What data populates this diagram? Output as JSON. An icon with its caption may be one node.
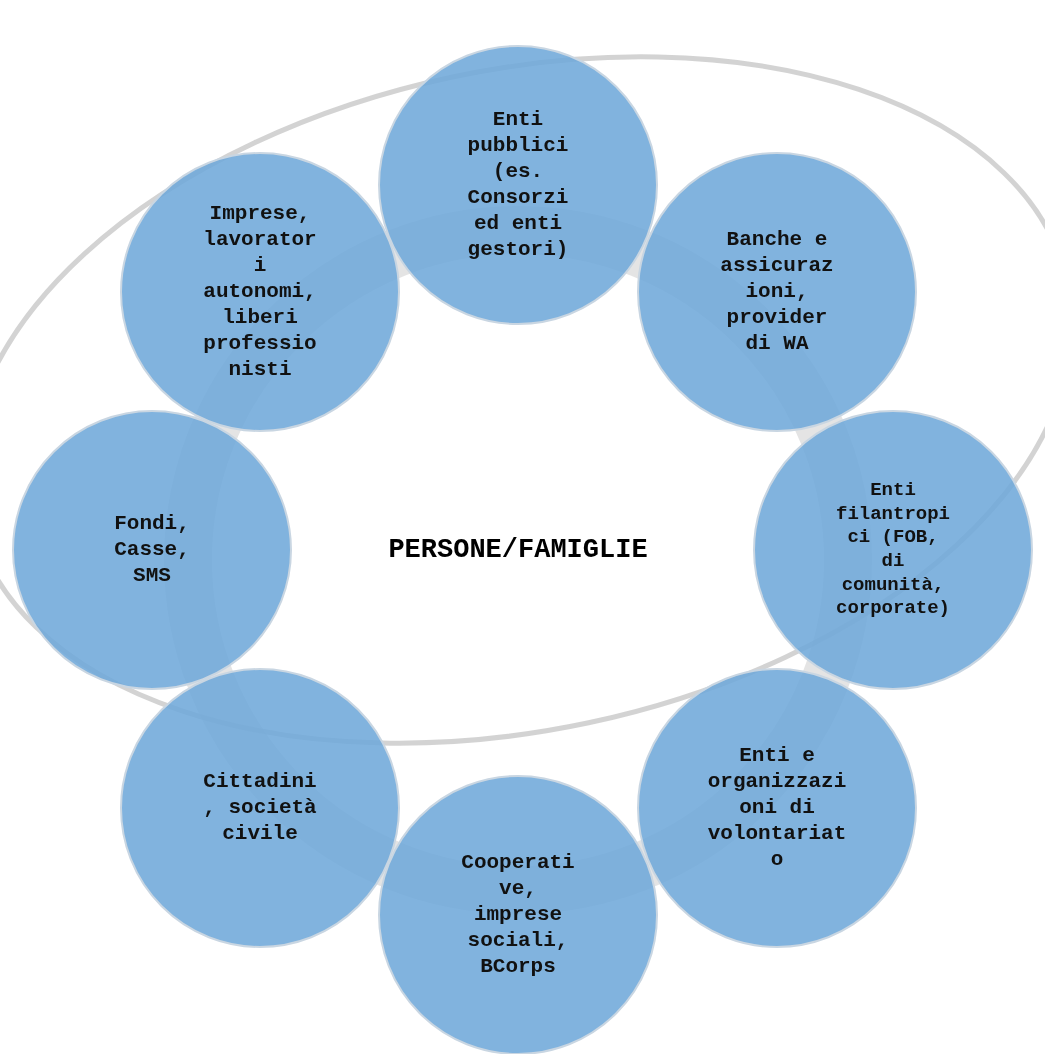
{
  "diagram": {
    "nodes": [
      {
        "text": [
          "Enti pubblici (es. Consorzi ed enti gestori)"
        ]
      },
      {
        "text": [
          "Banche e assicurazioni, provider di WA"
        ]
      },
      {
        "text": [
          "Enti filantropici (FOB, di comunità, corporate)"
        ]
      },
      {
        "text": [
          "Enti e organizzazioni di volontariato"
        ]
      },
      {
        "text": [
          "Cooperative, imprese sociali, BCorps"
        ]
      },
      {
        "text": [
          "Cittadini, società civile"
        ]
      },
      {
        "text": [
          "Fondi, Casse, SMS"
        ]
      },
      {
        "text": [
          "Imprese, lavoratori autonomi, liberi professionisti"
        ]
      }
    ],
    "labels": [
      "PERSONE/FAMIGLIE"
    ]
  }
}
